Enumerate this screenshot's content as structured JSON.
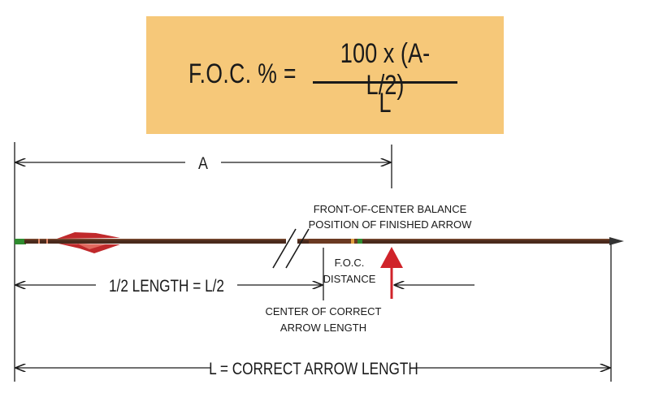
{
  "formula": {
    "lhs": "F.O.C. % =",
    "numerator": "100 x (A-L/2)",
    "denominator": "L"
  },
  "labels": {
    "a": "A",
    "foc_balance_line1": "FRONT-OF-CENTER BALANCE",
    "foc_balance_line2": "POSITION OF FINISHED ARROW",
    "half_length": "1/2 LENGTH = L/2",
    "foc_distance_line1": "F.O.C.",
    "foc_distance_line2": "DISTANCE",
    "center_line1": "CENTER OF CORRECT",
    "center_line2": "ARROW LENGTH",
    "correct_length": "L = CORRECT ARROW LENGTH"
  },
  "colors": {
    "formula_bg": "#f6c879",
    "shaft": "#4a2a1c",
    "fletching_red": "#c0292b",
    "fletching_green": "#2e8b2e",
    "balance_marker": "#d0232a"
  }
}
